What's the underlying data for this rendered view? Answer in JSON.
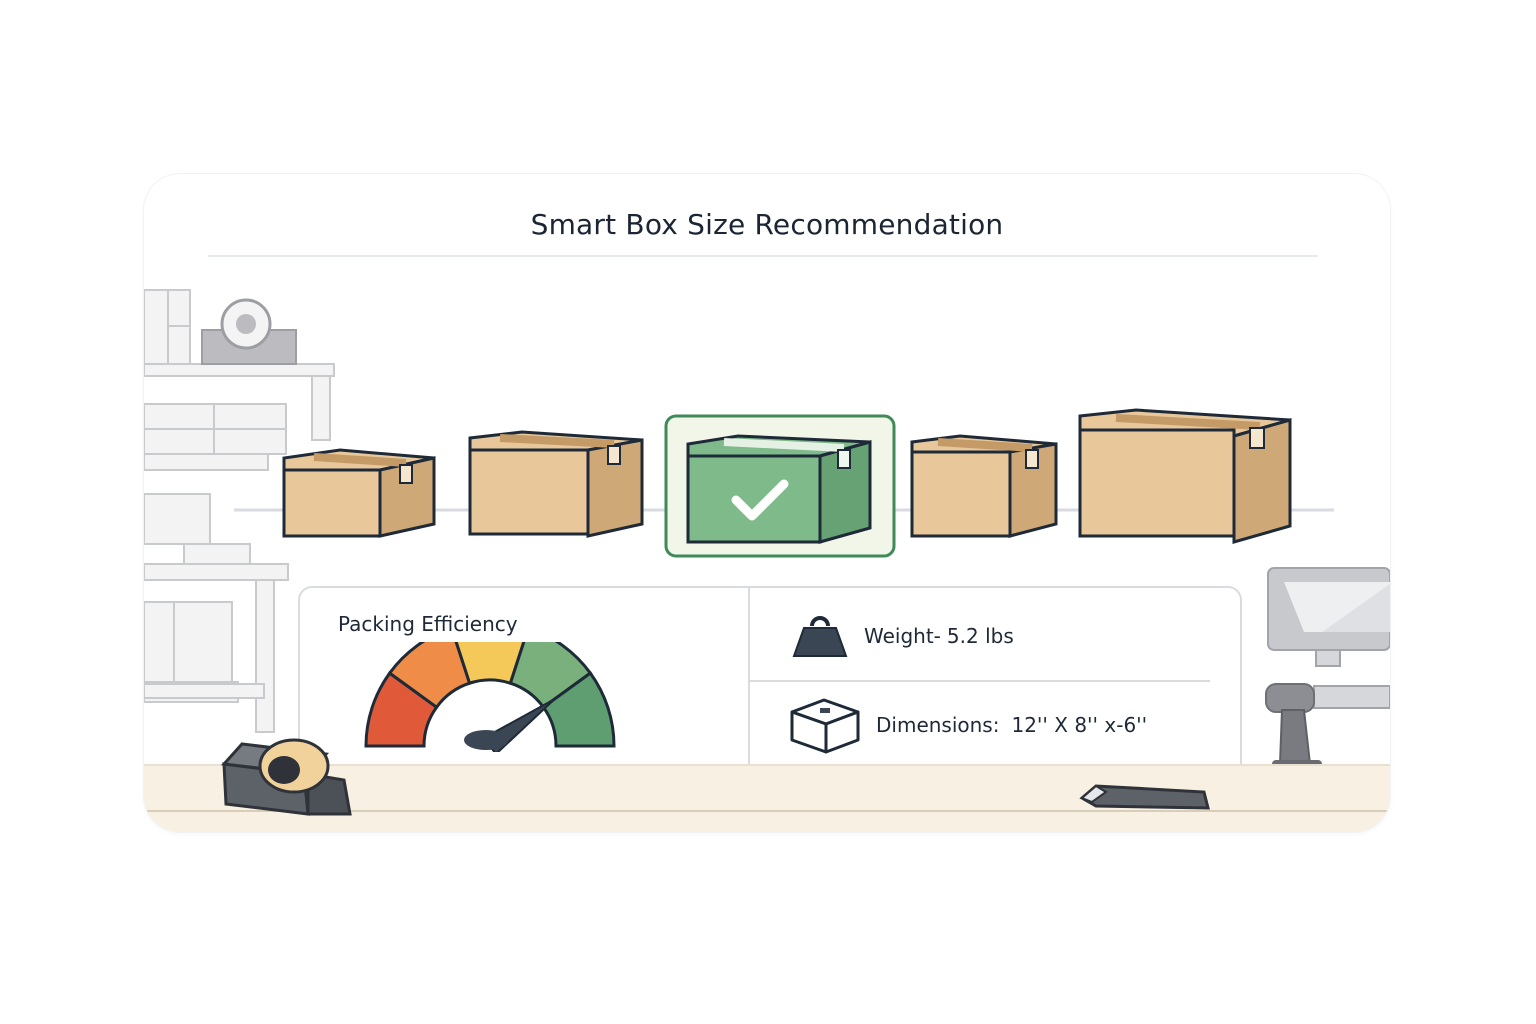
{
  "header": {
    "title": "Smart Box Size Recommendation"
  },
  "box_options": [
    {
      "name": "box-option-1",
      "selected": false
    },
    {
      "name": "box-option-2",
      "selected": false
    },
    {
      "name": "box-option-3",
      "selected": true
    },
    {
      "name": "box-option-4",
      "selected": false
    },
    {
      "name": "box-option-5",
      "selected": false
    }
  ],
  "efficiency": {
    "label": "Packing Efficiency",
    "gauge_level": 0.8,
    "segments": [
      "#e05a3a",
      "#ef8c47",
      "#f4c95a",
      "#79b07c",
      "#5e9e70"
    ]
  },
  "weight": {
    "label": "Weight-",
    "value": "5.2 lbs"
  },
  "dimensions": {
    "label": "Dimensions:",
    "value": "12'' X 8'' x-6''"
  },
  "colors": {
    "cardboard": "#e8c79a",
    "cardboard_side": "#cfa877",
    "outline": "#1e2a38",
    "selected_fill": "#7fba8b",
    "selected_side": "#66a274",
    "selected_frame": "#3f8a58",
    "selected_bg": "#f2f6e8"
  },
  "icons": [
    "weight-icon",
    "box-dimensions-icon",
    "checkmark-icon",
    "tape-dispenser-icon",
    "box-cutter-icon",
    "barcode-scanner-icon",
    "monitor-icon"
  ]
}
